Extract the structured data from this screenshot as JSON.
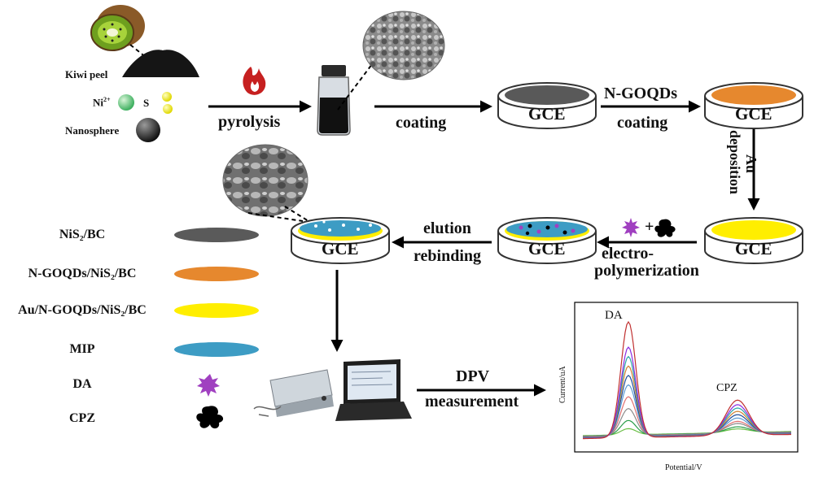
{
  "inputs": {
    "kiwi_peel": "Kiwi peel",
    "ni": "Ni",
    "ni_charge": "2+",
    "s": "S",
    "nanosphere": "Nanosphere"
  },
  "steps": {
    "pyrolysis": "pyrolysis",
    "coating": "coating",
    "ngoqds_line1": "N-GOQDs",
    "ngoqds_line2": "coating",
    "au_line1": "Au",
    "au_line2": "deposition",
    "electro_line1": "electro-",
    "electro_line2": "polymerization",
    "elution": "elution",
    "rebinding": "rebinding",
    "dpv_line1": "DPV",
    "dpv_line2": "measurement",
    "plus": "+"
  },
  "electrode_label": "GCE",
  "legend": [
    {
      "label": "NiS₂/BC",
      "color": "#5a5a5a",
      "shape": "ellipse"
    },
    {
      "label": "N-GOQDs/NiS₂/BC",
      "color": "#e6882e",
      "shape": "ellipse"
    },
    {
      "label": "Au/N-GOQDs/NiS₂/BC",
      "color": "#ffee00",
      "shape": "ellipse"
    },
    {
      "label": "MIP",
      "color": "#3d9cc4",
      "shape": "ellipse"
    },
    {
      "label": "DA",
      "color": "#a040c0",
      "shape": "star"
    },
    {
      "label": "CPZ",
      "color": "#000000",
      "shape": "blob"
    }
  ],
  "chart_data": {
    "type": "line",
    "title": "",
    "xlabel": "Potential/V",
    "ylabel": "Current/uA",
    "annotations": [
      "DA",
      "CPZ"
    ],
    "series_colors": [
      "#6abf45",
      "#2a9d4a",
      "#8b8b8b",
      "#e07070",
      "#5b9bd5",
      "#1f4e9a",
      "#d08030",
      "#2aa5a5",
      "#8a2be2",
      "#c03030"
    ],
    "peak_heights_da": [
      0.05,
      0.12,
      0.22,
      0.32,
      0.42,
      0.5,
      0.58,
      0.66,
      0.74,
      0.95
    ],
    "peak_heights_cpz": [
      0.03,
      0.05,
      0.08,
      0.1,
      0.13,
      0.16,
      0.19,
      0.22,
      0.25,
      0.29
    ]
  }
}
